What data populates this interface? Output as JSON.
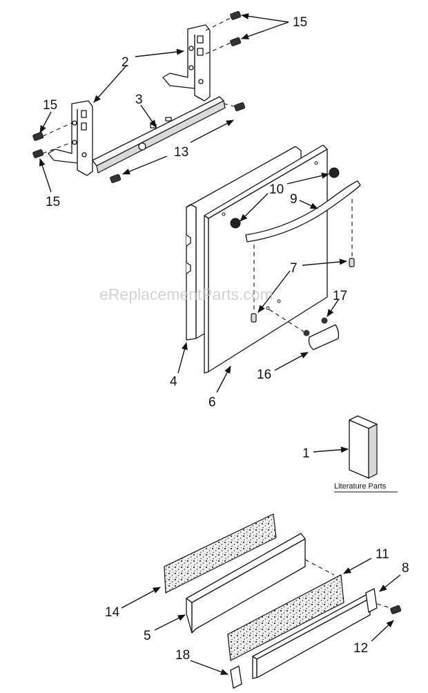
{
  "watermark": "eReplacementParts.com",
  "literature_label": "Literature Parts",
  "callouts": {
    "c1": "1",
    "c2": "2",
    "c3": "3",
    "c4": "4",
    "c5": "5",
    "c6": "6",
    "c7": "7",
    "c8": "8",
    "c9": "9",
    "c10": "10",
    "c11": "11",
    "c12": "12",
    "c13": "13",
    "c14": "14",
    "c15a": "15",
    "c15b": "15",
    "c15c": "15",
    "c16": "16",
    "c17": "17",
    "c18": "18"
  }
}
